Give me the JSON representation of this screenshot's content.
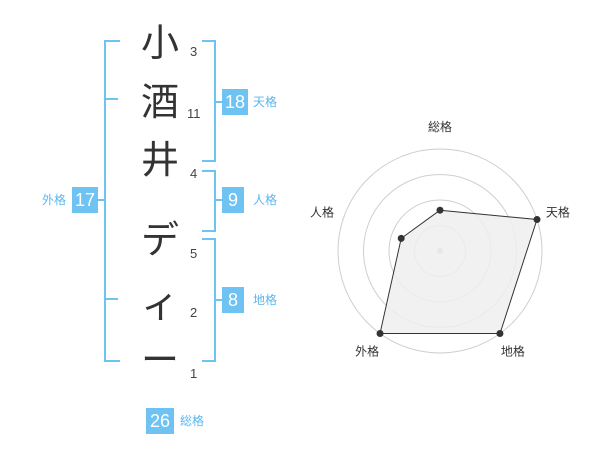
{
  "name_chars": [
    {
      "char": "小",
      "strokes": "3"
    },
    {
      "char": "酒",
      "strokes": "11"
    },
    {
      "char": "井",
      "strokes": "4"
    },
    {
      "char": "デ",
      "strokes": "5"
    },
    {
      "char": "ィ",
      "strokes": "2"
    },
    {
      "char": "ー",
      "strokes": "1"
    }
  ],
  "fortunes": {
    "tenkaku": {
      "value": "18",
      "label": "天格"
    },
    "jinkaku": {
      "value": "9",
      "label": "人格"
    },
    "chikaku": {
      "value": "8",
      "label": "地格"
    },
    "gaikaku": {
      "value": "17",
      "label": "外格"
    },
    "soukaku": {
      "value": "26",
      "label": "総格"
    }
  },
  "colors": {
    "accent": "#6fc3f3",
    "text": "#333333",
    "radar_fill": "#efefef",
    "ring": "#cfcfcf"
  },
  "chart_data": {
    "type": "radar",
    "axes": [
      "総格",
      "天格",
      "地格",
      "外格",
      "人格"
    ],
    "values": [
      0.4,
      1.0,
      1.0,
      1.0,
      0.4
    ],
    "rings": 4,
    "range": [
      0,
      1
    ]
  }
}
